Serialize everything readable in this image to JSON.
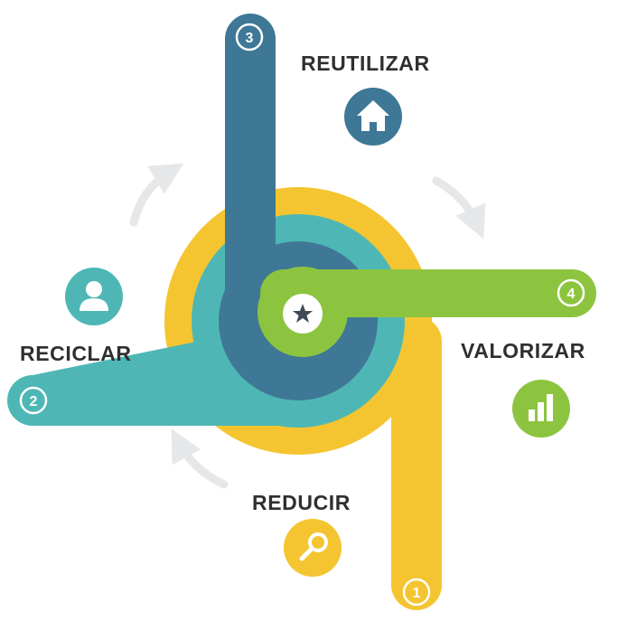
{
  "colors": {
    "yellow": "#f4c531",
    "teal": "#4eb7b5",
    "blue": "#3e7896",
    "green": "#8dc43f",
    "arrow": "#e6e7e8",
    "text": "#2f2f2f"
  },
  "steps": [
    {
      "number": "1",
      "label": "REDUCIR",
      "color": "yellow",
      "icon": "magnifier-icon"
    },
    {
      "number": "2",
      "label": "RECICLAR",
      "color": "teal",
      "icon": "user-icon"
    },
    {
      "number": "3",
      "label": "REUTILIZAR",
      "color": "blue",
      "icon": "house-icon"
    },
    {
      "number": "4",
      "label": "VALORIZAR",
      "color": "green",
      "icon": "bar-chart-icon"
    }
  ],
  "center_icon": "star-icon",
  "cycle_arrows": "arrow-icon"
}
